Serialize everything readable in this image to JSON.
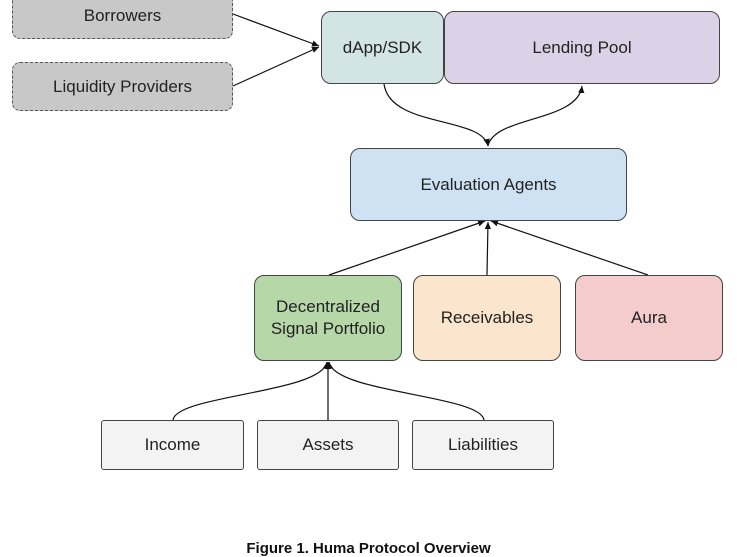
{
  "diagram": {
    "nodes": {
      "borrowers": {
        "label": "Borrowers",
        "fill": "#c8c8c8"
      },
      "liquidity_providers": {
        "label": "Liquidity Providers",
        "fill": "#c8c8c8"
      },
      "dapp_sdk": {
        "label": "dApp/SDK",
        "fill": "#d2e4e4"
      },
      "lending_pool": {
        "label": "Lending Pool",
        "fill": "#dcd2e8"
      },
      "evaluation_agents": {
        "label": "Evaluation Agents",
        "fill": "#cfe2f3"
      },
      "decentralized_signal_portfolio": {
        "label": "Decentralized Signal Portfolio",
        "fill": "#b6d7a8"
      },
      "receivables": {
        "label": "Receivables",
        "fill": "#fce5cd"
      },
      "aura": {
        "label": "Aura",
        "fill": "#f4cccc"
      },
      "income": {
        "label": "Income",
        "fill": "#f3f3f3"
      },
      "assets": {
        "label": "Assets",
        "fill": "#f3f3f3"
      },
      "liabilities": {
        "label": "Liabilities",
        "fill": "#f3f3f3"
      }
    },
    "edges": [
      {
        "from": "borrowers",
        "to": "dapp_sdk"
      },
      {
        "from": "liquidity_providers",
        "to": "dapp_sdk"
      },
      {
        "from": "dapp_sdk",
        "to": "evaluation_agents"
      },
      {
        "from": "evaluation_agents",
        "to": "lending_pool"
      },
      {
        "from": "decentralized_signal_portfolio",
        "to": "evaluation_agents"
      },
      {
        "from": "receivables",
        "to": "evaluation_agents"
      },
      {
        "from": "aura",
        "to": "evaluation_agents"
      },
      {
        "from": "income",
        "to": "decentralized_signal_portfolio"
      },
      {
        "from": "assets",
        "to": "decentralized_signal_portfolio"
      },
      {
        "from": "liabilities",
        "to": "decentralized_signal_portfolio"
      }
    ],
    "caption": "Figure 1. Huma Protocol Overview"
  }
}
